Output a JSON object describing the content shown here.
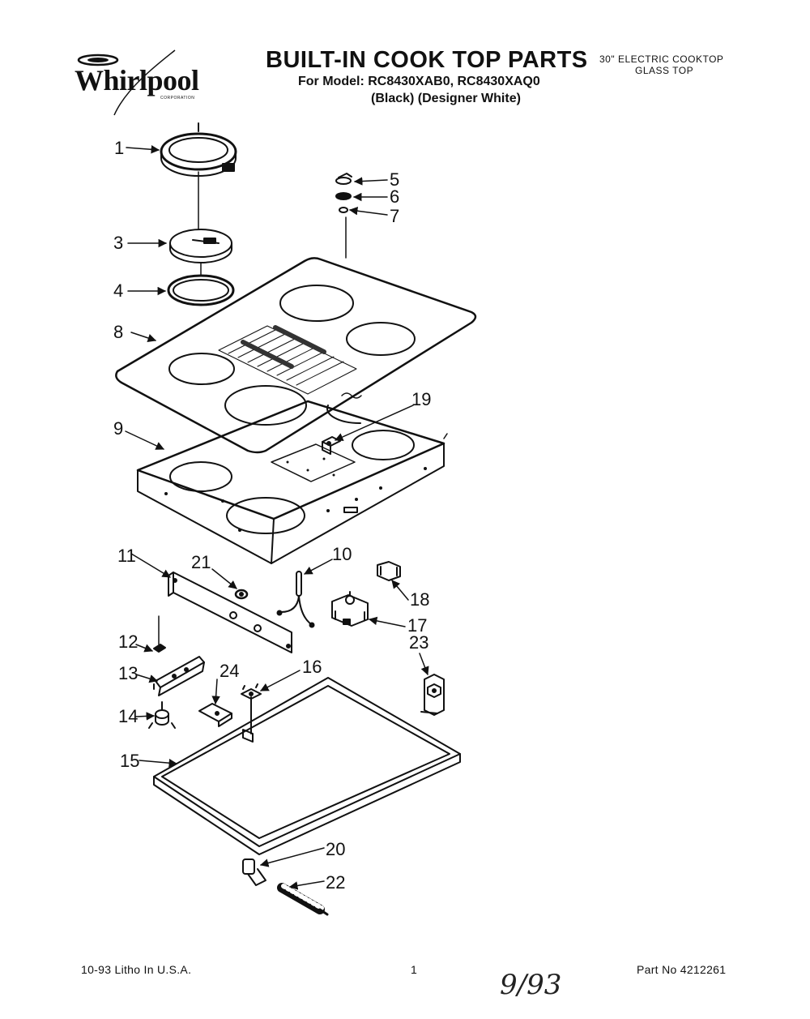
{
  "header": {
    "brand": "Whirlpool",
    "brand_subtext": "CORPORATION",
    "title": "BUILT-IN COOK TOP PARTS",
    "model_line": "For Model: RC8430XAB0, RC8430XAQ0",
    "finish_line": "(Black)  (Designer White)",
    "category_line1": "30\" ELECTRIC COOKTOP",
    "category_line2": "GLASS TOP"
  },
  "callouts": {
    "c1": "1",
    "c3": "3",
    "c4": "4",
    "c5": "5",
    "c6": "6",
    "c7": "7",
    "c8": "8",
    "c9": "9",
    "c10": "10",
    "c11": "11",
    "c12": "12",
    "c13": "13",
    "c14": "14",
    "c15": "15",
    "c16": "16",
    "c17": "17",
    "c18": "18",
    "c19": "19",
    "c20": "20",
    "c21": "21",
    "c22": "22",
    "c23": "23",
    "c24": "24"
  },
  "footer": {
    "litho": "10-93 Litho In U.S.A.",
    "page_number": "1",
    "handwritten_date": "9/93",
    "part_number": "Part No 4212261"
  }
}
